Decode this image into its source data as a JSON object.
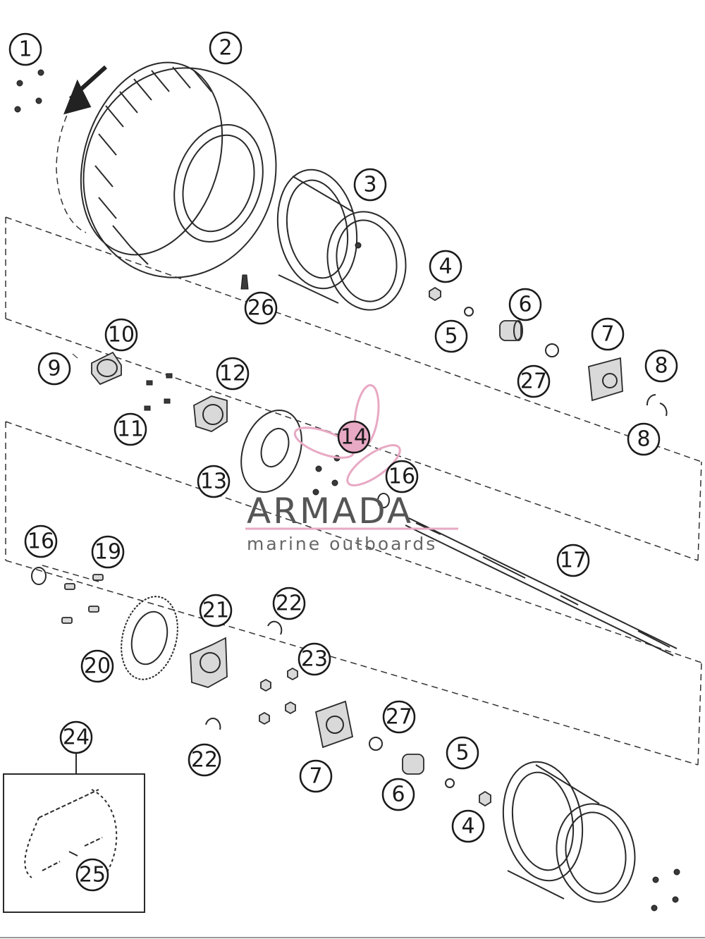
{
  "callouts": [
    "1",
    "2",
    "3",
    "4",
    "5",
    "6",
    "7",
    "8",
    "9",
    "10",
    "11",
    "12",
    "13",
    "14",
    "16",
    "17",
    "19",
    "20",
    "21",
    "22",
    "23",
    "24",
    "25",
    "26",
    "27"
  ],
  "watermark": {
    "brand": "ARMADA",
    "tagline": "marine outboards",
    "accent_color": "#e8a9c4",
    "text_color": "#555555"
  },
  "colors": {
    "line": "#2a2a2a",
    "part_fill": "#d9d9d9",
    "background": "#ffffff"
  }
}
